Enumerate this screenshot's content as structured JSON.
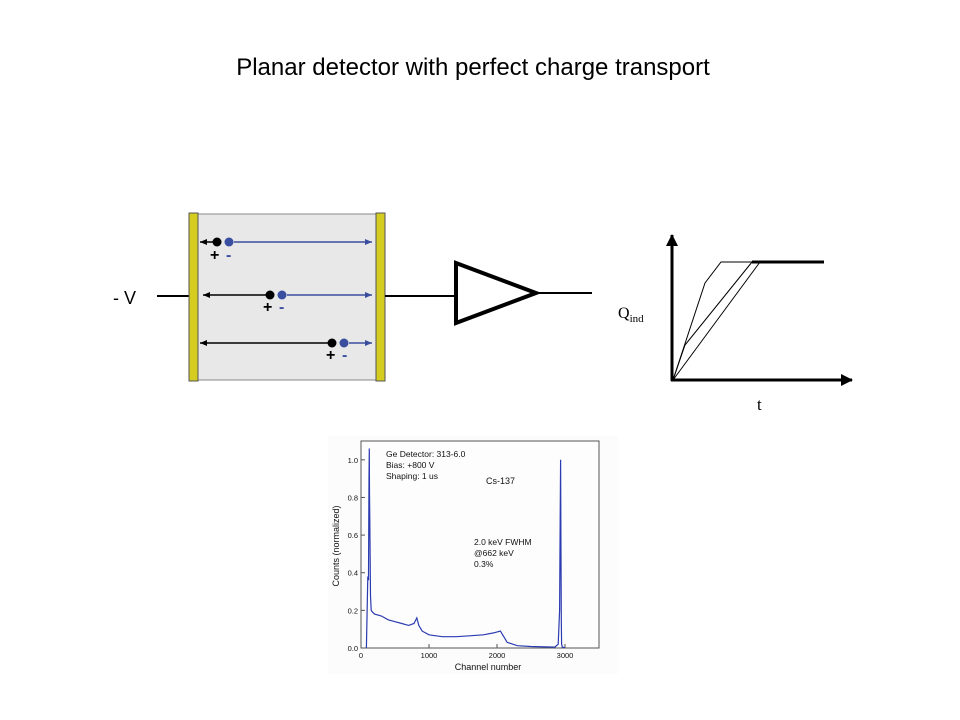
{
  "title": "Planar detector with perfect charge transport",
  "colors": {
    "electrode": "#d4cc1e",
    "detector_fill": "#e8e8e8",
    "electron": "#3a4ea0",
    "hole": "#000000",
    "spectrum_line": "#2b3bb0"
  },
  "detector": {
    "bias_label": "- V",
    "hole_sign": "+",
    "electron_sign": "-"
  },
  "signal_plot": {
    "ylabel_main": "Q",
    "ylabel_sub": "ind",
    "xlabel": "t"
  },
  "spectrum": {
    "legend_lines": [
      "Ge Detector: 313-6.0",
      "Bias: +800 V",
      "Shaping: 1 us"
    ],
    "source_label": "Cs-137",
    "annotation_lines": [
      "2.0 keV FWHM",
      "@662 keV",
      "0.3%"
    ],
    "xlabel": "Channel number",
    "ylabel": "Counts (normalized)",
    "x_ticks": [
      "0",
      "1000",
      "2000",
      "3000"
    ],
    "y_ticks": [
      "0.0",
      "0.2",
      "0.4",
      "0.6",
      "0.8",
      "1.0"
    ]
  },
  "chart_data": {
    "type": "line",
    "xlabel": "Channel number",
    "ylabel": "Counts (normalized)",
    "xlim": [
      0,
      3500
    ],
    "ylim": [
      0,
      1.1
    ],
    "series": [
      {
        "x": [
          80,
          100,
          110,
          115,
          118,
          122,
          125,
          130,
          135,
          140,
          150,
          170,
          200,
          300,
          400,
          500,
          600,
          700,
          780,
          820,
          850,
          900,
          1000,
          1100,
          1200,
          1400,
          1600,
          1800,
          1950,
          2050,
          2100,
          2150,
          2300,
          2500,
          2700,
          2850,
          2900,
          2920,
          2930,
          2935,
          2940,
          2945,
          2950,
          2960,
          2980,
          3000
        ],
        "y": [
          0.0,
          0.38,
          0.36,
          0.7,
          0.9,
          1.06,
          0.82,
          0.68,
          0.45,
          0.28,
          0.2,
          0.19,
          0.18,
          0.17,
          0.15,
          0.14,
          0.13,
          0.12,
          0.13,
          0.16,
          0.12,
          0.09,
          0.07,
          0.065,
          0.06,
          0.06,
          0.065,
          0.07,
          0.08,
          0.09,
          0.06,
          0.03,
          0.012,
          0.008,
          0.006,
          0.005,
          0.02,
          0.2,
          0.7,
          1.0,
          0.6,
          0.15,
          0.02,
          0.005,
          0.003,
          0.002
        ]
      }
    ]
  }
}
